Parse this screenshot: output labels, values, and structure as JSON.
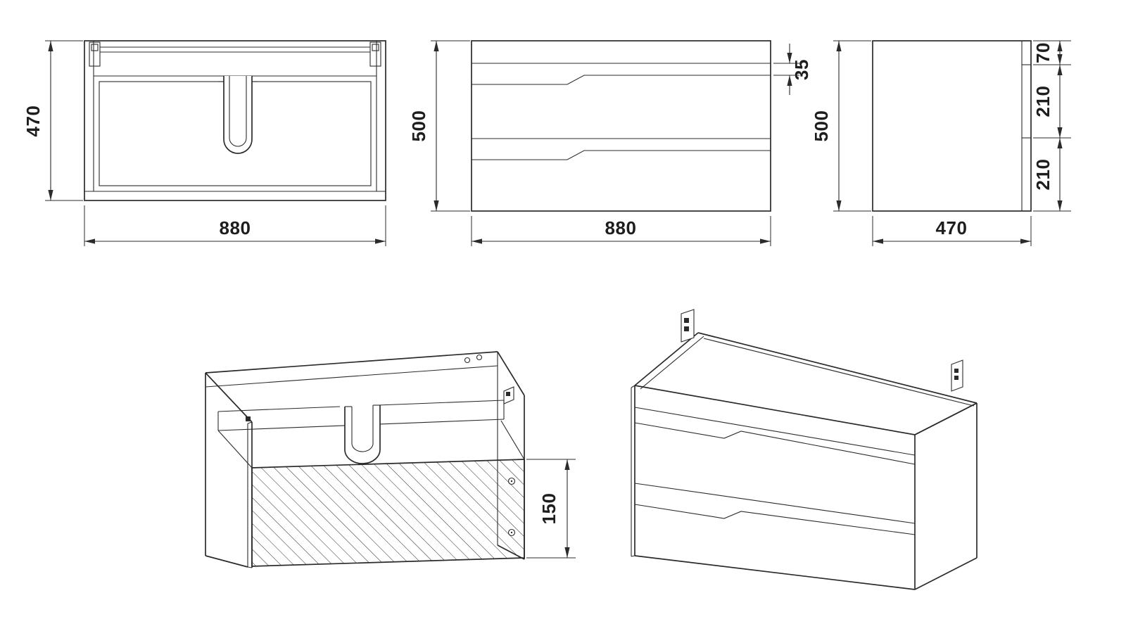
{
  "colors": {
    "background": "#ffffff",
    "line": "#2b2b2b",
    "text": "#1d1d1d"
  },
  "views": {
    "top": {
      "width": "880",
      "depth": "470"
    },
    "front": {
      "width": "880",
      "height": "500",
      "handle_groove": "35"
    },
    "side": {
      "depth": "470",
      "height": "500",
      "segments": [
        "70",
        "210",
        "210"
      ]
    },
    "iso_carcass": {
      "front_panel_height": "150"
    }
  }
}
